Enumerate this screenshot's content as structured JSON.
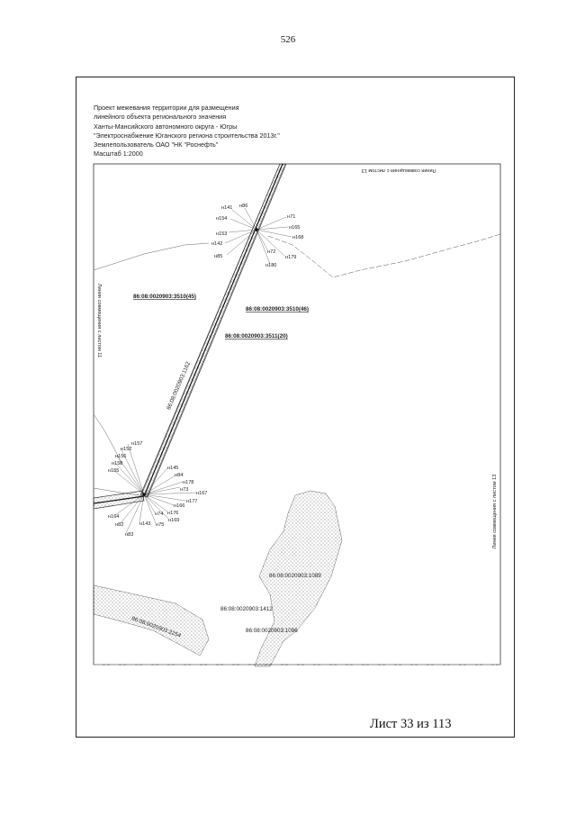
{
  "page_number": "526",
  "header": {
    "lines": [
      "Проект межевания территории для размещения",
      "линейного объекта регионального значения",
      "Ханты-Мансийского автономного округа - Югры",
      "\"Электроснабжение Юганского региона строительства 2013г.\"",
      "Землепользователь ОАО \"НК \"Роснефть\"",
      "Масштаб 1:2000"
    ]
  },
  "match_lines": {
    "top": "Линия совмещения с листом 13",
    "left": "Линия совмещения с листом 11",
    "right": "Линия совмещения с листом 13"
  },
  "parcels": {
    "p3510_45": "86:08:0020903:3510(45)",
    "p3510_46": "86:08:0020903:3510(46)",
    "p3511_20": "86:08:0020903:3511(20)",
    "p1162": "86:08:0020903:1162",
    "p1089": "86:08:0020903:1089",
    "p1412": "86:08:0020903:1412",
    "p1096": "86:08:0020903:1096",
    "p2254": "86:08:0020903:2254"
  },
  "points_upper": [
    "н141",
    "н86",
    "н154",
    "н71",
    "н165",
    "н153",
    "н168",
    "н142",
    "н72",
    "н85",
    "н179",
    "н180"
  ],
  "points_lower": [
    "н157",
    "н152",
    "н156",
    "н158",
    "н155",
    "н145",
    "н84",
    "н178",
    "н73",
    "н167",
    "н177",
    "н166",
    "н164",
    "н82",
    "н143",
    "н74",
    "н176",
    "н75",
    "н169",
    "н83"
  ],
  "sheet_counter": "Лист 33 из 113"
}
